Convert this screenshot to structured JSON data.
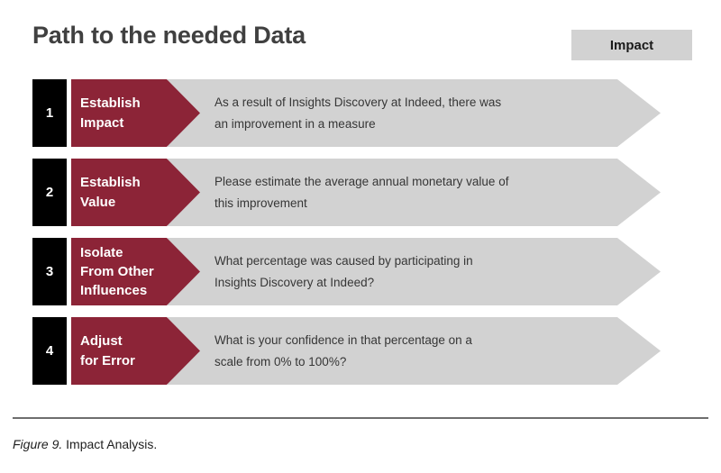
{
  "header": {
    "title": "Path to the needed Data",
    "badge_label": "Impact"
  },
  "steps": [
    {
      "number": "1",
      "label_lines": [
        "Establish",
        "Impact"
      ],
      "description_lines": [
        "As a result of Insights Discovery at Indeed, there was",
        "an improvement in a measure"
      ]
    },
    {
      "number": "2",
      "label_lines": [
        "Establish",
        "Value"
      ],
      "description_lines": [
        "Please estimate the average annual monetary value of",
        "this improvement"
      ]
    },
    {
      "number": "3",
      "label_lines": [
        "Isolate",
        "From Other",
        "Influences"
      ],
      "description_lines": [
        "What percentage was caused by participating in",
        "Insights Discovery at Indeed?"
      ]
    },
    {
      "number": "4",
      "label_lines": [
        "Adjust",
        "for Error"
      ],
      "description_lines": [
        "What is your confidence in that percentage on a",
        "scale from 0% to 100%?"
      ]
    }
  ],
  "footer": {
    "figure_number": "Figure 9.",
    "figure_text": "Impact Analysis."
  },
  "colors": {
    "red": "#8c2437",
    "gray": "#d2d2d2",
    "black": "#000000",
    "title": "#404040",
    "rule": "#6e6e6e"
  }
}
